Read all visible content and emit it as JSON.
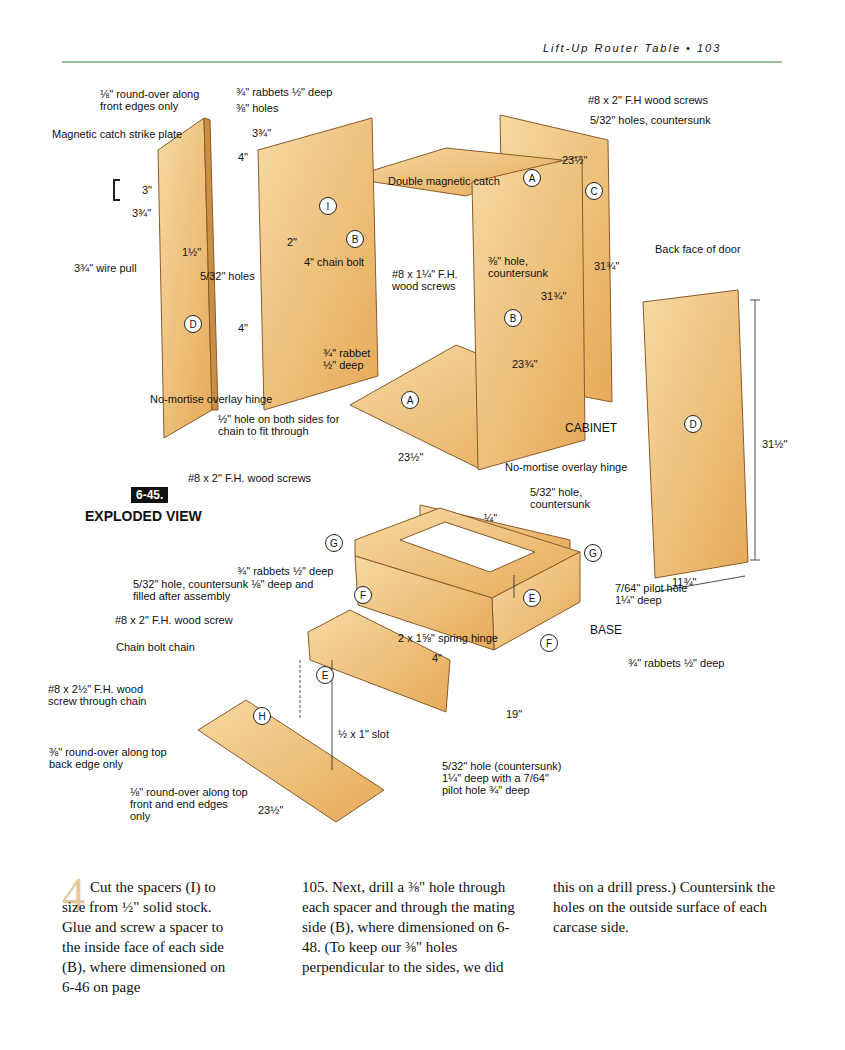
{
  "diagram": {
    "nodes": [
      {
        "text": [
          "A"
        ]
      },
      {
        "text": [
          "C"
        ]
      },
      {
        "text": [
          "I"
        ]
      },
      {
        "text": [
          "B"
        ]
      },
      {
        "text": [
          "D"
        ]
      },
      {
        "text": [
          "B"
        ]
      },
      {
        "text": [
          "A"
        ]
      },
      {
        "text": [
          "D"
        ]
      },
      {
        "text": [
          "6-45."
        ]
      },
      {
        "text": [
          "G"
        ]
      },
      {
        "text": [
          "G"
        ]
      },
      {
        "text": [
          "F"
        ]
      },
      {
        "text": [
          "E"
        ]
      },
      {
        "text": [
          "F"
        ]
      },
      {
        "text": [
          "E"
        ]
      },
      {
        "text": [
          "H"
        ]
      }
    ],
    "labels": [
      "Lift-Up Router Table • 103",
      "⅛\" round-over along front edges only",
      "Magnetic catch strike plate",
      "¾\" rabbets ½\" deep",
      "⅜\" holes",
      "3¾\"",
      "4\"",
      "3\"",
      "3¾\"",
      "1½\"",
      "5/32\" holes",
      "3¾\" wire pull",
      "2\"",
      "4\" chain bolt",
      "4\"",
      "#8 x 1¼\" F.H. wood screws",
      "¾\" rabbet ½\" deep",
      "No-mortise overlay hinge",
      "½\" hole on both sides for chain to fit through",
      "#8 x 2\" F.H. wood screws",
      "Double magnetic catch",
      "⅜\" hole, countersunk",
      "31¾\"",
      "31¾\"",
      "23½\"",
      "#8 x 2\" F.H wood screws",
      "5/32\" holes, countersunk",
      "Back face of door",
      "23¾\"",
      "CABINET",
      "23½\"",
      "No-mortise overlay hinge",
      "5/32\" hole, countersunk",
      "¼\"",
      "31½\"",
      "11¾\"",
      "7/64\" pilot hole 1¼\" deep",
      "BASE",
      "¾\" rabbets ½\" deep",
      "EXPLODED VIEW",
      "¾\" rabbets ½\" deep",
      "5/32\" hole, countersunk ⅛\" deep and filled after assembly",
      "#8 x 2\" F.H. wood screw",
      "Chain bolt chain",
      "2 x 1⅝\" spring hinge",
      "4\"",
      "19\"",
      "#8 x 2½\" F.H. wood screw through chain",
      "½ x 1\" slot",
      "⅜\" round-over along top back edge only",
      "⅛\" round-over along top front and end edges only",
      "23½\"",
      "5/32\" hole (countersunk) 1¼\" deep with a 7/64\" pilot hole ¾\" deep",
      "4",
      "Cut the spacers (I) to size from ½\" solid stock. Glue and screw a spacer to the inside face of each side (B), where dimensioned on 6-46 on page",
      "105. Next, drill a ⅜\" hole through each spacer and through the mating side (B), where dimensioned on 6-48. (To keep our ⅜\" holes perpendicular to the sides, we did",
      "this on a drill press.) Countersink the holes on the outside surface of each carcase side."
    ]
  }
}
